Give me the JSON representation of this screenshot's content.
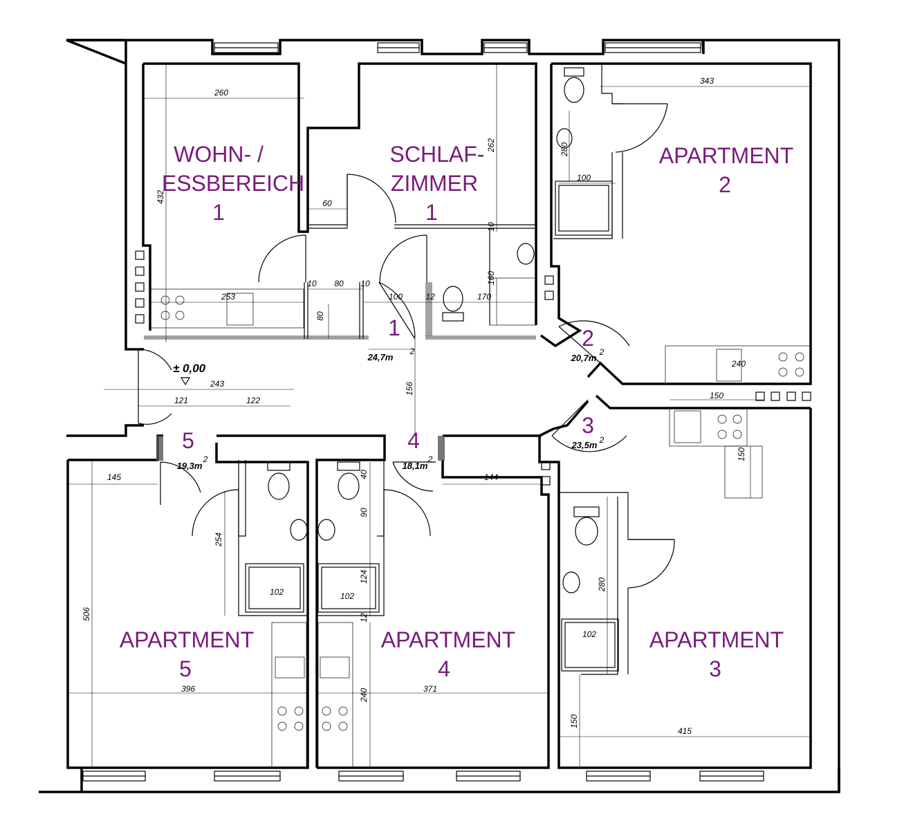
{
  "rooms": {
    "wohn_line1": "WOHN- /",
    "wohn_line2": "ESSBEREICH",
    "wohn_line3": "1",
    "schlaf_line1": "SCHLAF-",
    "schlaf_line2": "ZIMMER",
    "schlaf_line3": "1",
    "apt2_line1": "APARTMENT",
    "apt2_line2": "2",
    "apt5_line1": "APARTMENT",
    "apt5_line2": "5",
    "apt4_line1": "APARTMENT",
    "apt4_line2": "4",
    "apt3_line1": "APARTMENT",
    "apt3_line2": "3"
  },
  "hall_labels": {
    "n1": "1",
    "n2": "2",
    "n3": "3",
    "n4": "4",
    "n5": "5"
  },
  "areas": {
    "a1": "24,7m",
    "a2": "20,7m",
    "a3": "23,5m",
    "a4": "18,1m",
    "a5": "19,3m",
    "sup": "2"
  },
  "level": "± 0,00",
  "dimensions": {
    "d260": "260",
    "d432": "432",
    "d262": "262",
    "d343": "343",
    "d280a": "280",
    "d100a": "100",
    "d60": "60",
    "d10a": "10",
    "d160": "160",
    "d170": "170",
    "d10b": "10",
    "d80a": "80",
    "d10c": "10",
    "d100b": "100",
    "d12a": "12",
    "d253": "253",
    "d80b": "80",
    "d240a": "240",
    "d150a": "150",
    "d150b": "150",
    "d243": "243",
    "d121": "121",
    "d122": "122",
    "d156": "156",
    "d145": "145",
    "d144": "144",
    "d40": "40",
    "d90": "90",
    "d254": "254",
    "d124": "124",
    "d102a": "102",
    "d102b": "102",
    "d12b": "12",
    "d506": "506",
    "d396": "396",
    "d371": "371",
    "d240b": "240",
    "d280b": "280",
    "d102c": "102",
    "d150c": "150",
    "d415": "415"
  },
  "colors": {
    "label": "#7a1a7c",
    "lines": "#000000"
  }
}
